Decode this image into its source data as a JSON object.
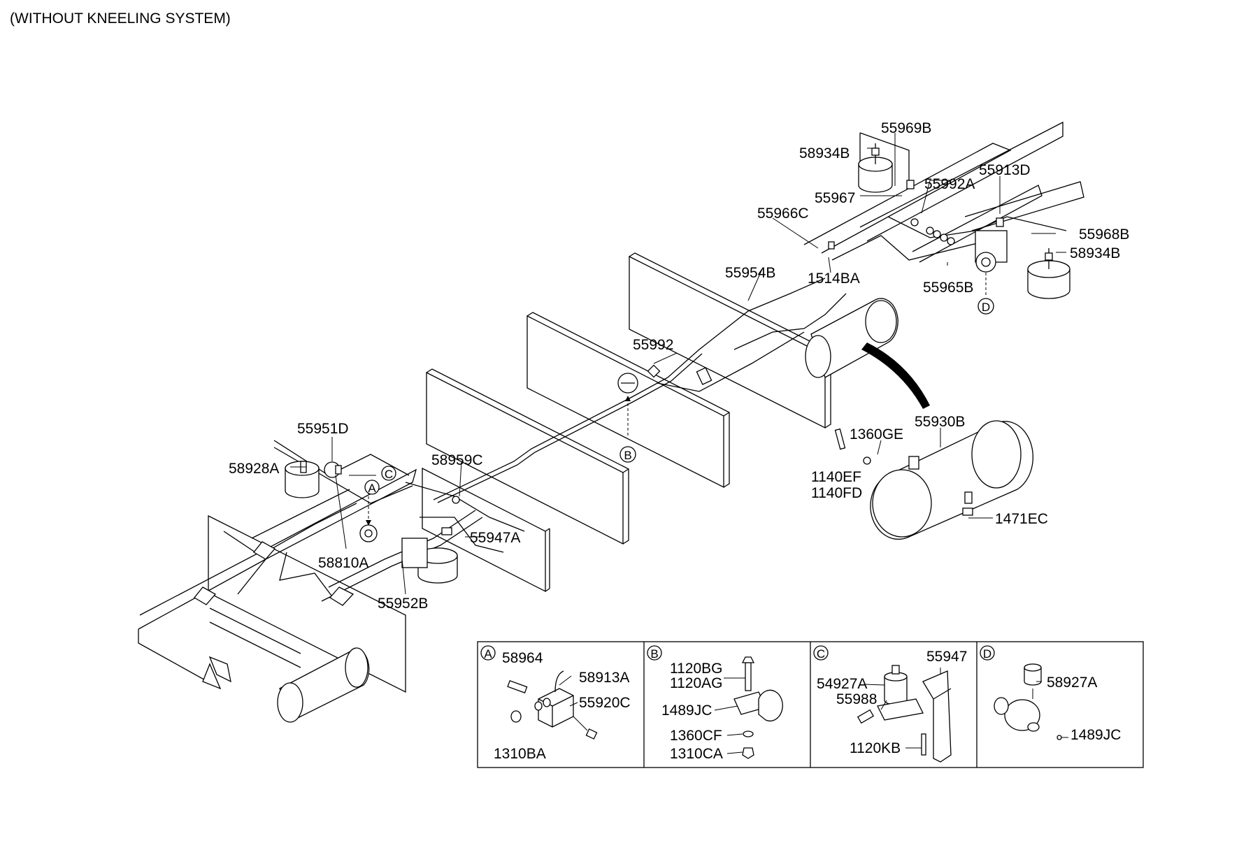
{
  "header": "(WITHOUT KNEELING SYSTEM)",
  "callouts": {
    "c55969B": "55969B",
    "c58934B_top": "58934B",
    "c55913D": "55913D",
    "c55992A": "55992A",
    "c55967": "55967",
    "c55966C": "55966C",
    "c55968B": "55968B",
    "c58934B_right": "58934B",
    "c55954B": "55954B",
    "c1514BA": "1514BA",
    "c55965B": "55965B",
    "c55992": "55992",
    "c55930B": "55930B",
    "c1360GE": "1360GE",
    "c1140EF": "1140EF",
    "c1140FD": "1140FD",
    "c1471EC": "1471EC",
    "c55951D": "55951D",
    "c58928A": "58928A",
    "c58959C": "58959C",
    "c55947A": "55947A",
    "c58810A": "58810A",
    "c55952B": "55952B"
  },
  "markers": {
    "A": "A",
    "B": "B",
    "C": "C",
    "D": "D"
  },
  "details": {
    "A": {
      "marker": "A",
      "labels": [
        "58964",
        "58913A",
        "55920C",
        "1310BA"
      ]
    },
    "B": {
      "marker": "B",
      "labels": [
        "1120BG",
        "1120AG",
        "1489JC",
        "1360CF",
        "1310CA"
      ]
    },
    "C": {
      "marker": "C",
      "labels": [
        "55947",
        "54927A",
        "55988",
        "1120KB"
      ]
    },
    "D": {
      "marker": "D",
      "labels": [
        "58927A",
        "1489JC"
      ]
    }
  }
}
